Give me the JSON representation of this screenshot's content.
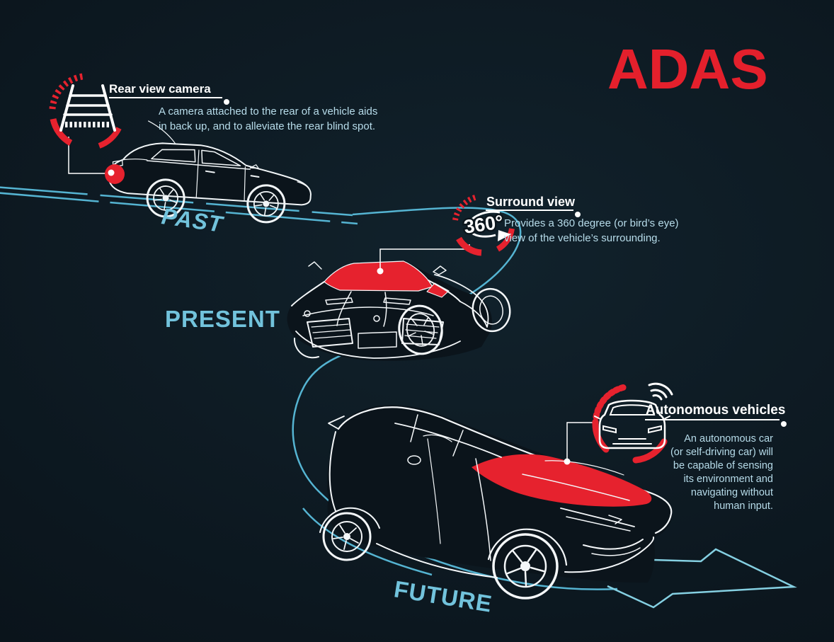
{
  "header": {
    "title": "ADAS"
  },
  "annotations": {
    "rear_view_camera": {
      "title": "Rear view camera",
      "description": "A camera attached to the rear of a vehicle aids\nin back up, and to alleviate the rear blind spot.",
      "icon": "rear-camera-icon"
    },
    "surround_view": {
      "title": "Surround view",
      "icon_label": "360°",
      "description": "Provides a 360 degree (or bird’s eye)\nview of the vehicle’s surrounding.",
      "icon": "360-degree-icon"
    },
    "autonomous_vehicles": {
      "title": "Autonomous vehicles",
      "description": "An autonomous car\n(or self-driving car) will\nbe capable of sensing\nits environment and\nnavigating without\nhuman input.",
      "icon": "autonomous-car-icon"
    }
  },
  "timeline": {
    "past": "PAST",
    "present": "PRESENT",
    "future": "FUTURE"
  },
  "colors": {
    "accent_red": "#e4202c",
    "road_cyan": "#55b4d2",
    "arrow_cyan": "#85d0e2",
    "label_cyan": "#72c3dc",
    "description_blue": "#b7dcea",
    "line_white": "#ffffff",
    "background": "#0a141b"
  }
}
